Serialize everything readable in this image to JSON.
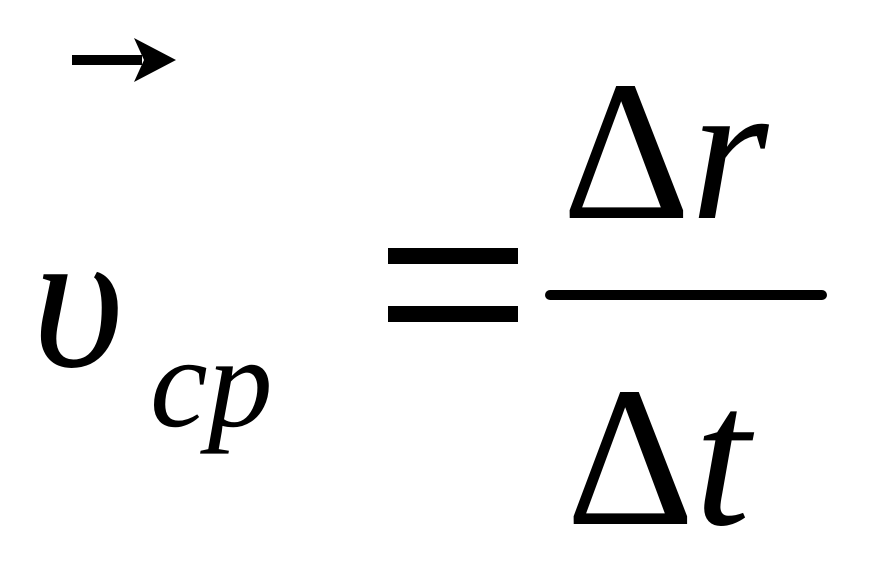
{
  "formula": {
    "arrow_symbol": "→",
    "variable": "υ",
    "subscript": "cp",
    "equals": "=",
    "numerator": {
      "delta": "Δ",
      "symbol": "r"
    },
    "denominator": {
      "delta": "Δ",
      "symbol": "t"
    }
  },
  "colors": {
    "ink": "#000000",
    "background": "#ffffff"
  }
}
